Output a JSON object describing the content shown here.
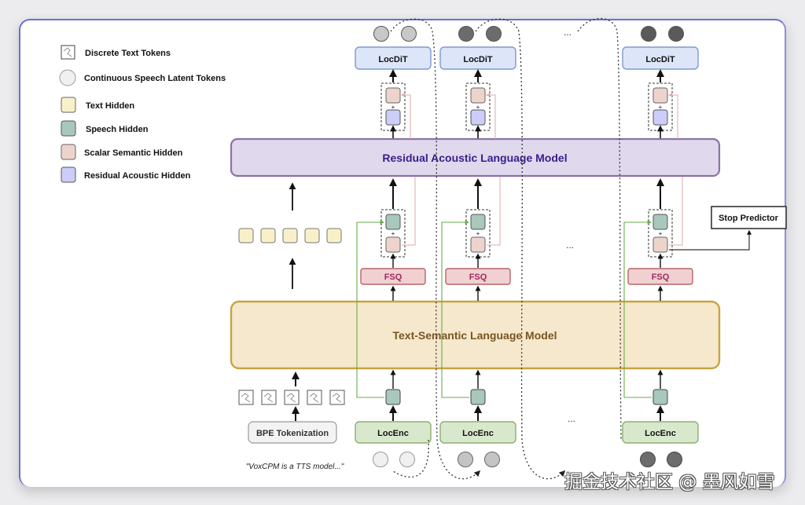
{
  "legend": [
    {
      "key": "discrete",
      "label": "Discrete Text Tokens",
      "icon": "text-token-icon"
    },
    {
      "key": "continuous",
      "label": "Continuous Speech Latent Tokens",
      "icon": "speech-latent-icon"
    },
    {
      "key": "text_hidden",
      "label": "Text Hidden",
      "color": "#f8f0c8"
    },
    {
      "key": "speech_hidden",
      "label": "Speech Hidden",
      "color": "#a8c8bc"
    },
    {
      "key": "scalar_semantic",
      "label": "Scalar Semantic Hidden",
      "color": "#ecd4cc"
    },
    {
      "key": "residual_acoustic",
      "label": "Residual Acoustic Hidden",
      "color": "#cccdf8"
    }
  ],
  "models": {
    "residual_acoustic": "Residual Acoustic Language Model",
    "text_semantic": "Text-Semantic Language Model"
  },
  "blocks": {
    "locdit": "LocDiT",
    "locenc": "LocEnc",
    "fsq": "FSQ",
    "stop_predictor": "Stop Predictor",
    "bpe": "BPE Tokenization",
    "plus": "+",
    "ellipsis": "..."
  },
  "input_text": "\"VoxCPM is a TTS model...\"",
  "watermark": "掘金技术社区 @ 墨风如雪",
  "colors": {
    "ralm_fill": "#e0d8ec",
    "ralm_stroke": "#8a72a8",
    "ralm_text": "#3a1d8c",
    "tslm_fill": "#f5e8cc",
    "tslm_stroke": "#c8a440",
    "tslm_text": "#7a5420",
    "locdit_fill": "#dce6f8",
    "locdit_stroke": "#7e9ad0",
    "locenc_fill": "#d8e8cc",
    "locenc_stroke": "#8cb070",
    "fsq_fill": "#f0d0d0",
    "fsq_stroke": "#b86464",
    "fsq_text": "#a02860",
    "green_line": "#6aac48",
    "pink_line": "#e0a8a8"
  }
}
